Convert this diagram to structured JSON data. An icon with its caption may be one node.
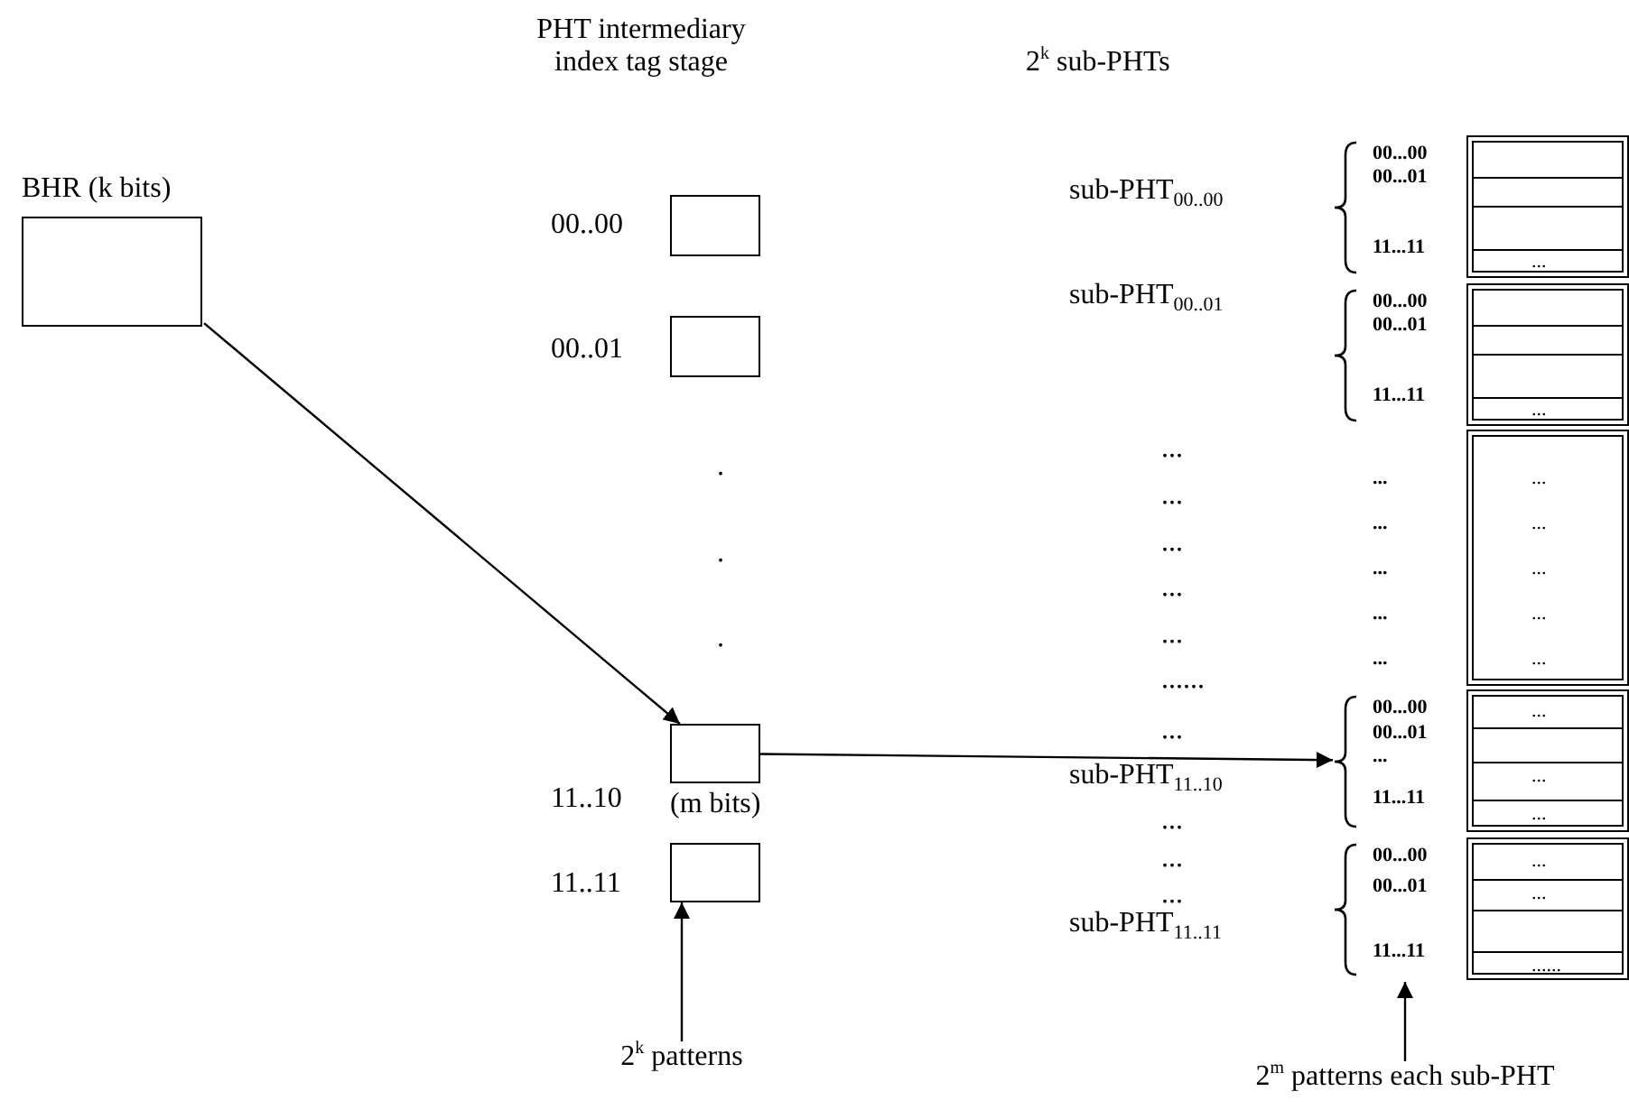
{
  "diagram": {
    "nodes": [
      {
        "text": [
          "BHR (k bits)"
        ]
      },
      {
        "text": [],
        "shape": "box",
        "beside": [
          "00..00"
        ]
      },
      {
        "text": [],
        "shape": "box",
        "beside": [
          "00..01"
        ]
      },
      {
        "text": [],
        "shape": "box",
        "beside": [
          "11..10",
          "(m bits)"
        ]
      },
      {
        "text": [],
        "shape": "box",
        "beside": [
          "11..11"
        ]
      },
      {
        "text": [
          "00...00",
          "00...01",
          "11...11",
          "..."
        ],
        "beside": [
          "sub-PHT$_{00..00}$"
        ]
      },
      {
        "text": [
          "00...00",
          "00...01",
          "11...11",
          "..."
        ],
        "beside": [
          "sub-PHT$_{00..01}$"
        ]
      },
      {
        "text": [
          "...",
          "...",
          "...",
          "...",
          "...",
          "...",
          "...",
          "...",
          "...",
          "..."
        ]
      },
      {
        "text": [
          "00...00",
          "...",
          "00...01",
          "...",
          "...",
          "11...11",
          "..."
        ],
        "beside": [
          "sub-PHT$_{11..10}$"
        ]
      },
      {
        "text": [
          "00...00",
          "...",
          "00...01",
          "...",
          "11...11",
          "......"
        ],
        "beside": [
          "sub-PHT$_{11..11}$"
        ]
      },
      {
        "text": [
          "2$^{k}$ patterns"
        ]
      },
      {
        "text": [
          "2$^{m}$ patterns each sub-PHT"
        ]
      }
    ],
    "edges": [
      {
        "from": 0,
        "to": 3,
        "arrow": "to"
      },
      {
        "from": 3,
        "to": 8,
        "arrow": "to"
      },
      {
        "from": 10,
        "to": 4,
        "arrow": "to"
      },
      {
        "from": 11,
        "to": 9,
        "arrow": "to"
      }
    ],
    "labels": [
      "PHT intermediary index tag stage",
      "2$^{k}$ sub-PHTs",
      ".",
      ".",
      ".",
      "...",
      "...",
      "...",
      "...",
      "...",
      "......",
      "...",
      "...",
      "...",
      "..."
    ]
  }
}
